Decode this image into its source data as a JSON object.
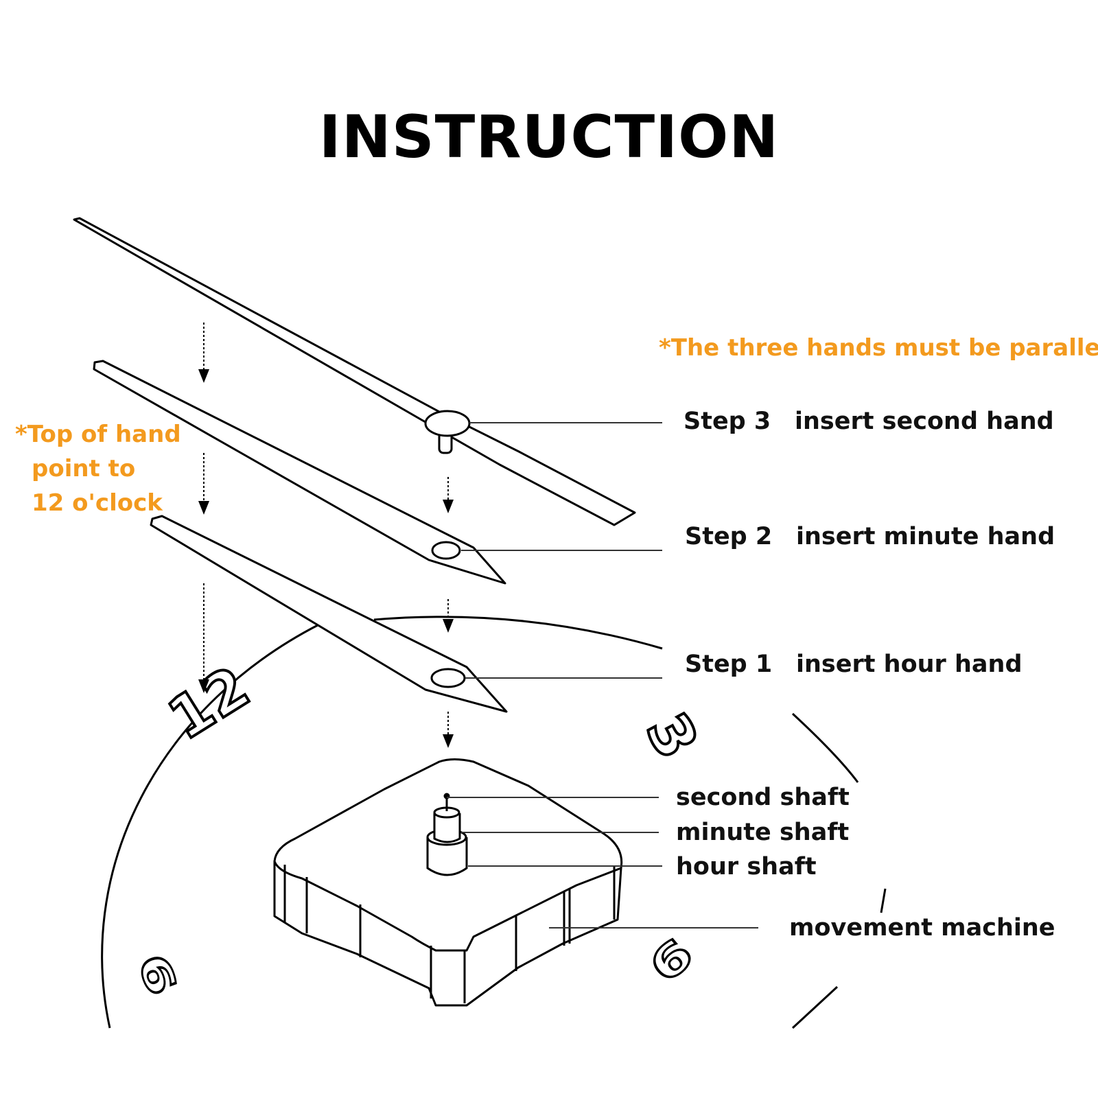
{
  "title": "INSTRUCTION",
  "notes": {
    "parallel": "*The three hands must be parallel",
    "top_line1": "*Top of hand",
    "top_line2": "point to",
    "top_line3": "12 o'clock"
  },
  "steps": [
    {
      "step": "Step 3",
      "action": "insert second hand"
    },
    {
      "step": "Step 2",
      "action": "insert minute hand"
    },
    {
      "step": "Step 1",
      "action": "insert hour hand"
    }
  ],
  "parts": {
    "second_shaft": "second shaft",
    "minute_shaft": "minute shaft",
    "hour_shaft": "hour shaft",
    "movement": "movement machine"
  },
  "dial_numbers": [
    "12",
    "3",
    "6",
    "9"
  ],
  "colors": {
    "accent": "#f39a1e",
    "ink": "#000000"
  }
}
